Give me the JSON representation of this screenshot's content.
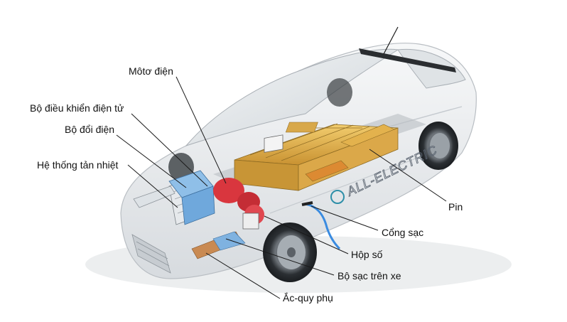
{
  "diagram": {
    "labels": {
      "motor": "Môtơ điện",
      "controller": "Bộ điều khiển điện tử",
      "inverter": "Bộ đổi điện",
      "cooling": "Hệ thống tản nhiệt",
      "battery": "Pin",
      "charge_port": "Cổng sạc",
      "gearbox": "Hộp số",
      "onboard_charger": "Bộ sạc trên xe",
      "aux_battery": "Ắc-quy phụ"
    },
    "side_text": "ALL-ELECTRIC"
  },
  "colors": {
    "body": "#e9ecef",
    "battery_cells": "#e7b548",
    "motor": "#d9363e",
    "cooling": "#6fa8dc",
    "charge_cable": "#3a8be0",
    "copper": "#c98a52"
  },
  "icons": [
    "car-illustration",
    "battery-pack",
    "motor",
    "radiator",
    "charge-cable"
  ]
}
